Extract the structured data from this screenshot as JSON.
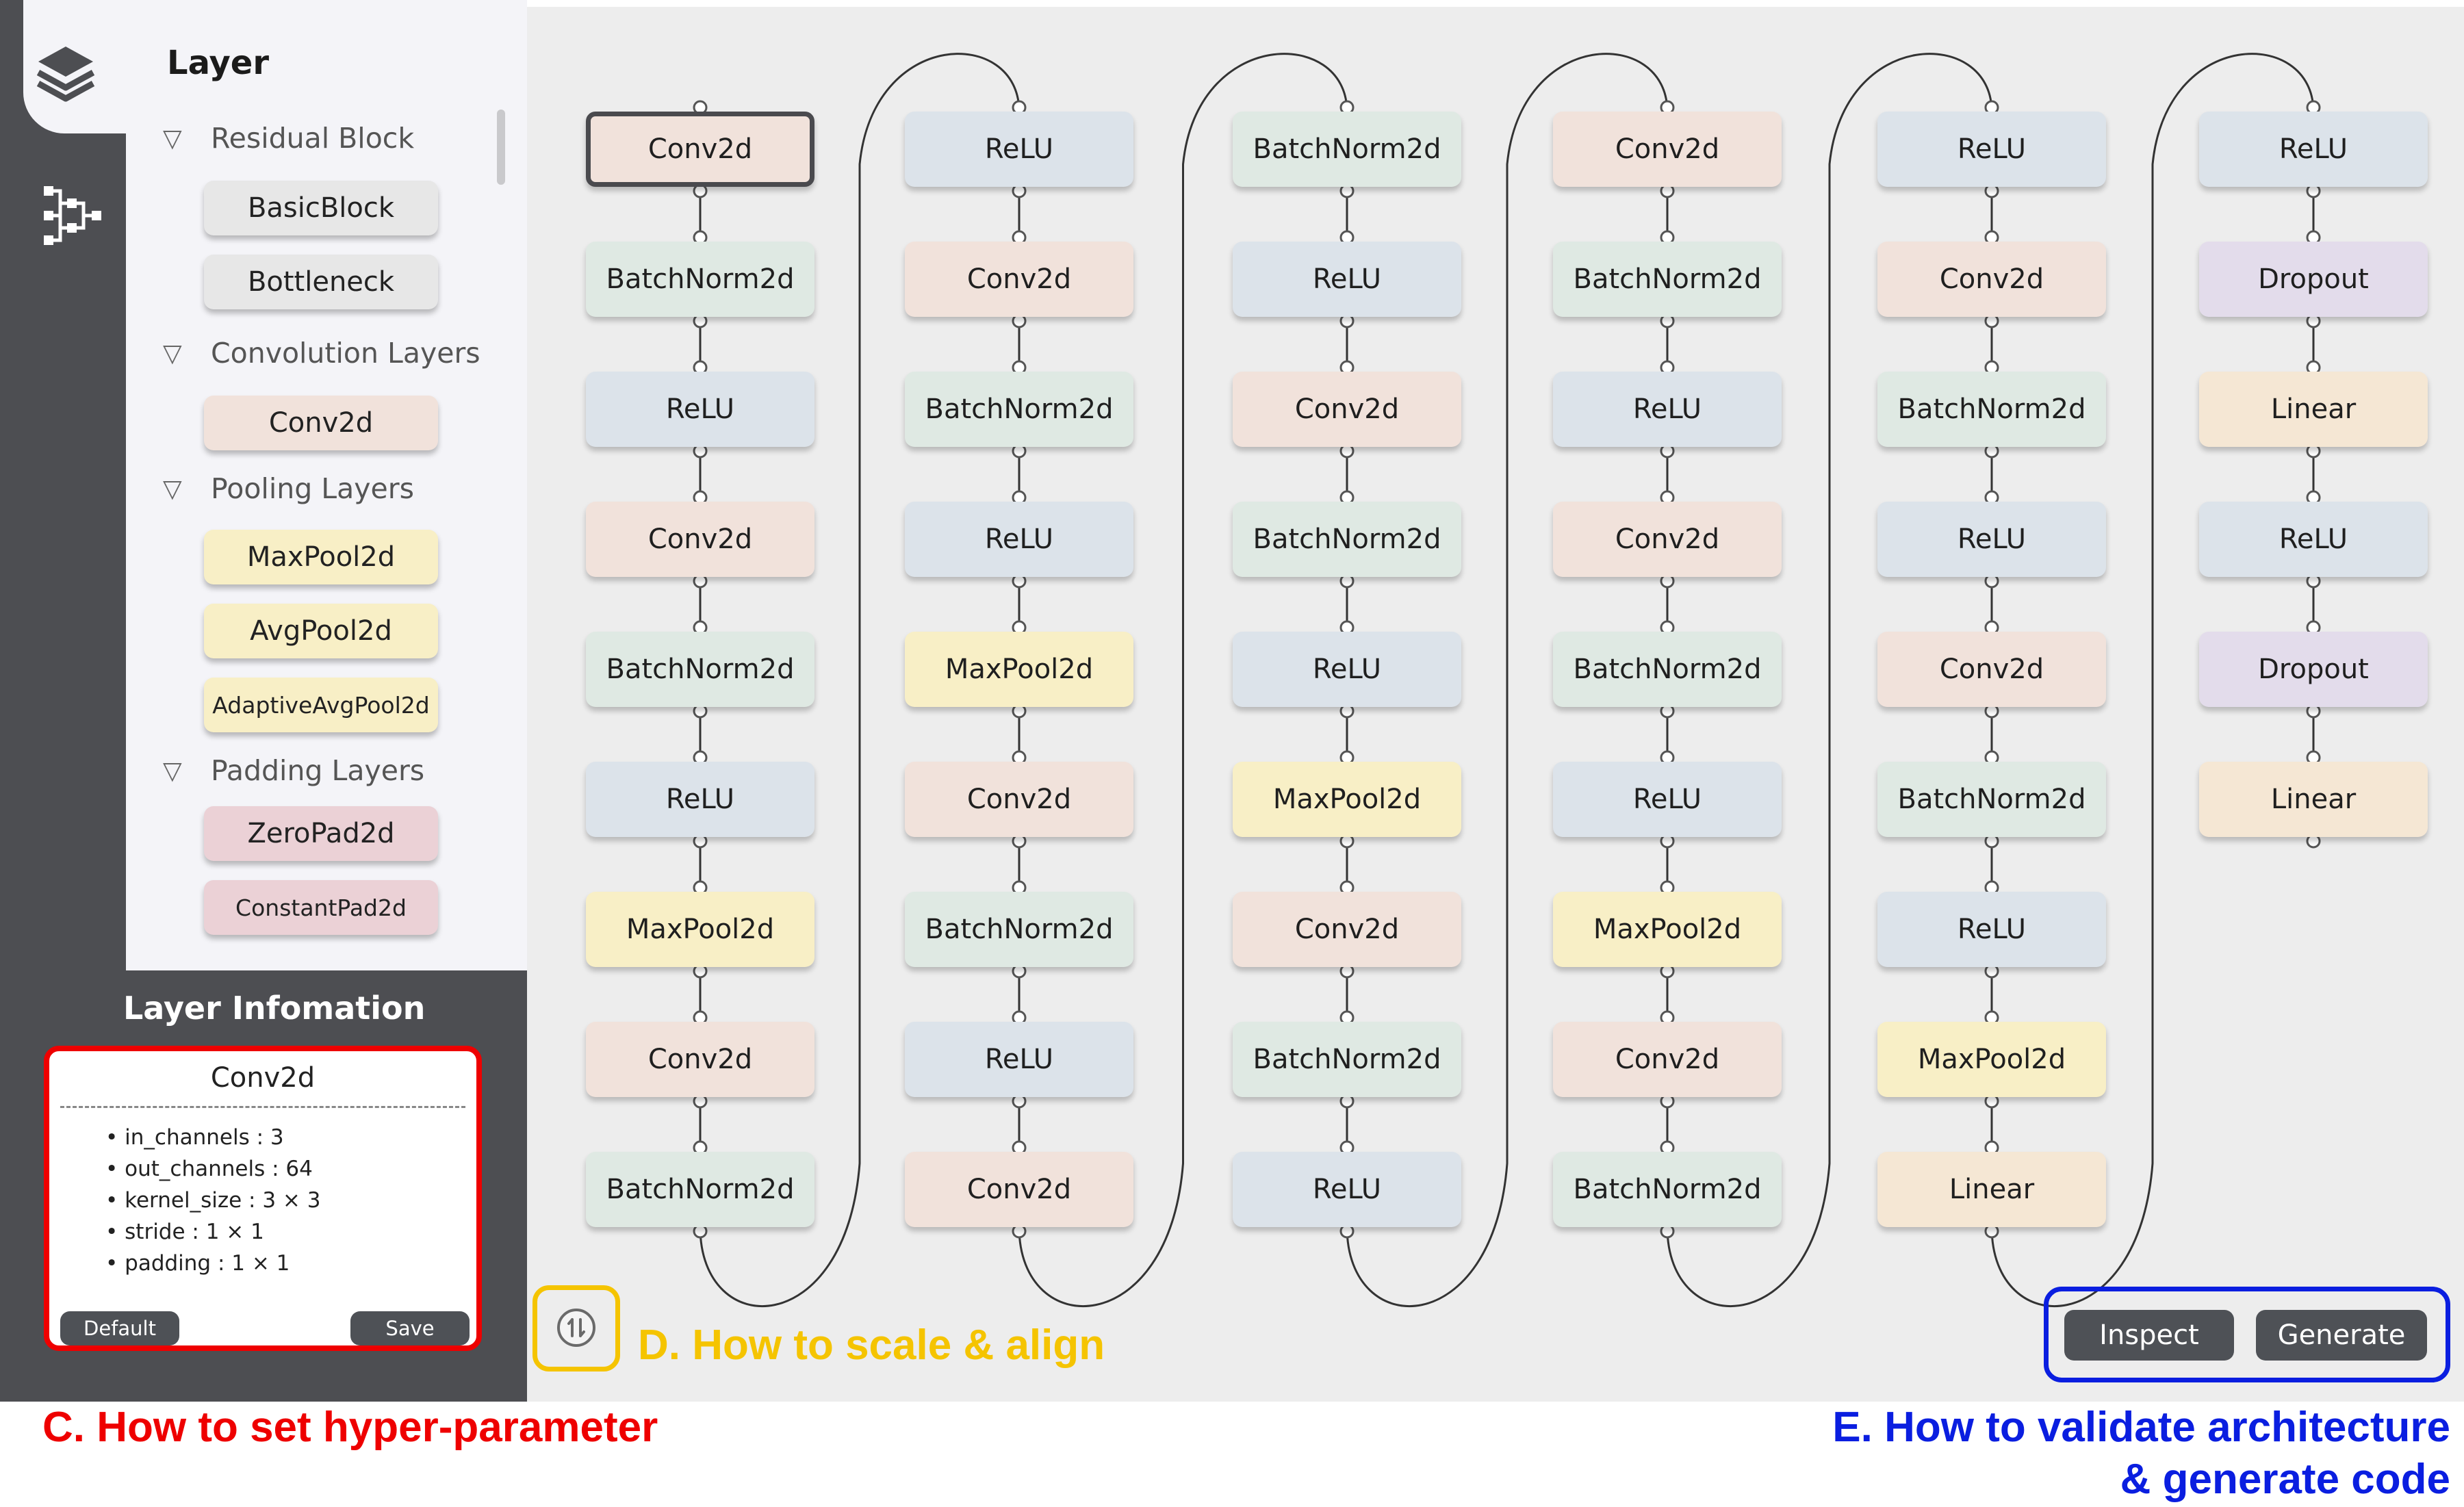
{
  "palette": {
    "title": "Layer",
    "sections": [
      {
        "label": "Residual Block",
        "items": [
          {
            "label": "BasicBlock",
            "kind": "basic"
          },
          {
            "label": "Bottleneck",
            "kind": "basic"
          }
        ]
      },
      {
        "label": "Convolution Layers",
        "items": [
          {
            "label": "Conv2d",
            "kind": "conv"
          }
        ]
      },
      {
        "label": "Pooling Layers",
        "items": [
          {
            "label": "MaxPool2d",
            "kind": "pool"
          },
          {
            "label": "AvgPool2d",
            "kind": "pool"
          },
          {
            "label": "AdaptiveAvgPool2d",
            "kind": "pool"
          }
        ]
      },
      {
        "label": "Padding Layers",
        "items": [
          {
            "label": "ZeroPad2d",
            "kind": "pad"
          },
          {
            "label": "ConstantPad2d",
            "kind": "pad"
          }
        ]
      }
    ]
  },
  "info": {
    "title": "Layer Infomation",
    "layer_name": "Conv2d",
    "params": [
      {
        "key": "in_channels",
        "value": "3"
      },
      {
        "key": "out_channels",
        "value": "64"
      },
      {
        "key": "kernel_size",
        "value": "3 × 3"
      },
      {
        "key": "stride",
        "value": "1 × 1"
      },
      {
        "key": "padding",
        "value": "1 × 1"
      }
    ],
    "default_label": "Default",
    "save_label": "Save"
  },
  "canvas": {
    "columns": [
      [
        "Conv2d",
        "BatchNorm2d",
        "ReLU",
        "Conv2d",
        "BatchNorm2d",
        "ReLU",
        "MaxPool2d",
        "Conv2d",
        "BatchNorm2d"
      ],
      [
        "ReLU",
        "Conv2d",
        "BatchNorm2d",
        "ReLU",
        "MaxPool2d",
        "Conv2d",
        "BatchNorm2d",
        "ReLU",
        "Conv2d"
      ],
      [
        "BatchNorm2d",
        "ReLU",
        "Conv2d",
        "BatchNorm2d",
        "ReLU",
        "MaxPool2d",
        "Conv2d",
        "BatchNorm2d",
        "ReLU"
      ],
      [
        "Conv2d",
        "BatchNorm2d",
        "ReLU",
        "Conv2d",
        "BatchNorm2d",
        "ReLU",
        "MaxPool2d",
        "Conv2d",
        "BatchNorm2d"
      ],
      [
        "ReLU",
        "Conv2d",
        "BatchNorm2d",
        "ReLU",
        "Conv2d",
        "BatchNorm2d",
        "ReLU",
        "MaxPool2d",
        "Linear"
      ],
      [
        "ReLU",
        "Dropout",
        "Linear",
        "ReLU",
        "Dropout",
        "Linear"
      ]
    ],
    "selected": "Conv2d",
    "inspect_label": "Inspect",
    "generate_label": "Generate"
  },
  "annotations": {
    "c": "C. How to set hyper-parameter",
    "d": "D. How to  scale & align",
    "e_line1": "E. How to validate architecture",
    "e_line2": "& generate code"
  },
  "colors": {
    "rail": "#4d4e52",
    "palette_bg": "#f4f4f8",
    "canvas_bg": "#ededed",
    "annotation_red": "#ee0000",
    "annotation_yellow": "#f5c400",
    "annotation_blue": "#0a1ee0"
  },
  "icons": [
    "layers-icon",
    "tree-icon",
    "scale-align-icon"
  ]
}
